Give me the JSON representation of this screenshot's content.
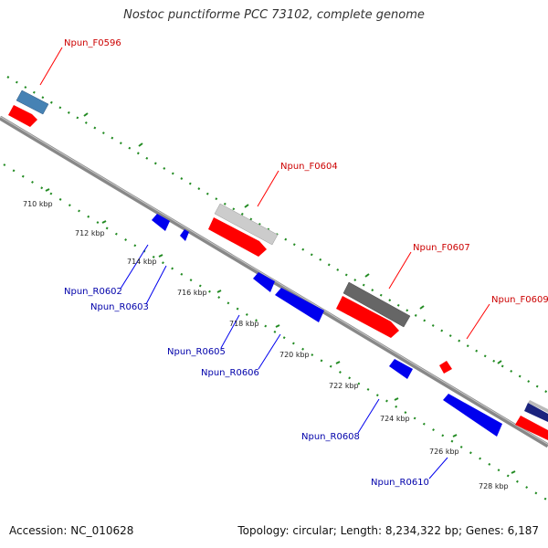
{
  "title": "Nostoc punctiforme PCC 73102, complete genome",
  "footer": {
    "accession": "Accession: NC_010628",
    "summary": "Topology: circular; Length: 8,234,322 bp; Genes: 6,187"
  },
  "colors": {
    "forward_gene": "#ff0000",
    "reverse_gene": "#0000ee",
    "forward_label": "#cc0000",
    "reverse_label": "#0000aa",
    "tick_marks": "#228B22",
    "backbone": "#888888"
  },
  "kbp_ticks": [
    "710 kbp",
    "712 kbp",
    "714 kbp",
    "716 kbp",
    "718 kbp",
    "720 kbp",
    "722 kbp",
    "724 kbp",
    "726 kbp",
    "728 kbp"
  ],
  "gene_labels": {
    "forward": [
      "Npun_F0596",
      "Npun_F0604",
      "Npun_F0607",
      "Npun_F0609"
    ],
    "reverse": [
      "Npun_R0602",
      "Npun_R0603",
      "Npun_R0605",
      "Npun_R0606",
      "Npun_R0608",
      "Npun_R0610"
    ]
  }
}
